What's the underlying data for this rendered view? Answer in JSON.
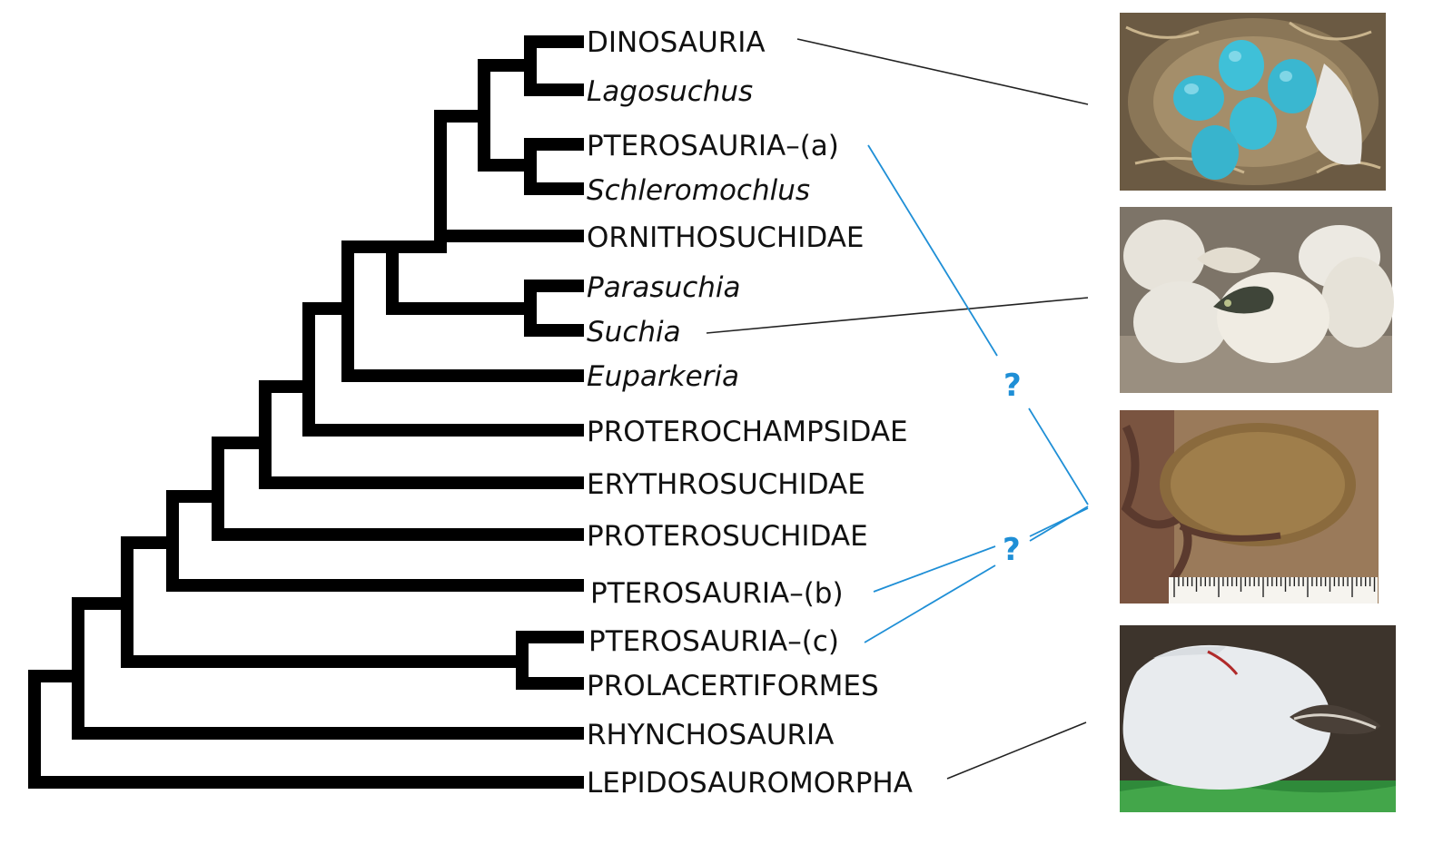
{
  "taxa": [
    {
      "label": "DINOSAURIA",
      "italic": false
    },
    {
      "label": "Lagosuchus",
      "italic": true
    },
    {
      "label": "PTEROSAURIA–(a)",
      "italic": false
    },
    {
      "label": "Schleromochlus",
      "italic": true
    },
    {
      "label": "ORNITHOSUCHIDAE",
      "italic": false
    },
    {
      "label": "Parasuchia",
      "italic": true
    },
    {
      "label": "Suchia",
      "italic": true
    },
    {
      "label": "Euparkeria",
      "italic": true
    },
    {
      "label": "PROTEROCHAMPSIDAE",
      "italic": false
    },
    {
      "label": "ERYTHROSUCHIDAE",
      "italic": false
    },
    {
      "label": "PROTEROSUCHIDAE",
      "italic": false
    },
    {
      "label": "PTEROSAURIA–(b)",
      "italic": false
    },
    {
      "label": "PTEROSAURIA–(c)",
      "italic": false
    },
    {
      "label": "PROLACERTIFORMES",
      "italic": false
    },
    {
      "label": "RHYNCHOSAURIA",
      "italic": false
    },
    {
      "label": "LEPIDOSAUROMORPHA",
      "italic": false
    }
  ],
  "uncertainty_marks": [
    "?",
    "?"
  ],
  "photos": [
    {
      "subject": "blue eggs in bird nest"
    },
    {
      "subject": "crocodile hatching from egg"
    },
    {
      "subject": "fossil pterosaur egg with scale ruler"
    },
    {
      "subject": "snake hatching from egg"
    }
  ],
  "colors": {
    "branch": "#000000",
    "connector": "#222222",
    "uncertain": "#1f8fd6"
  }
}
